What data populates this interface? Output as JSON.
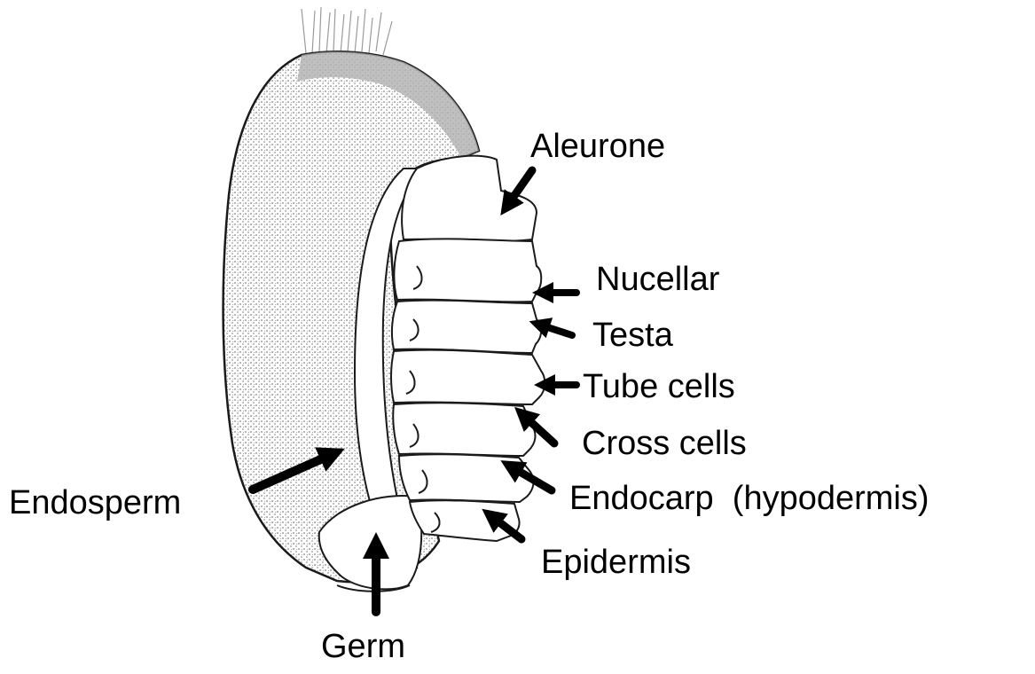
{
  "labels": {
    "aleurone": "Aleurone",
    "nucellar": "Nucellar",
    "testa": "Testa",
    "tube_cells": "Tube cells",
    "cross_cells": "Cross cells",
    "endocarp": "Endocarp  (hypodermis)",
    "epidermis": "Epidermis",
    "endosperm": "Endosperm",
    "germ": "Germ"
  },
  "colors": {
    "stipple": "#b8b8b8",
    "outline": "#1a1a1a",
    "arrow": "#000000"
  }
}
